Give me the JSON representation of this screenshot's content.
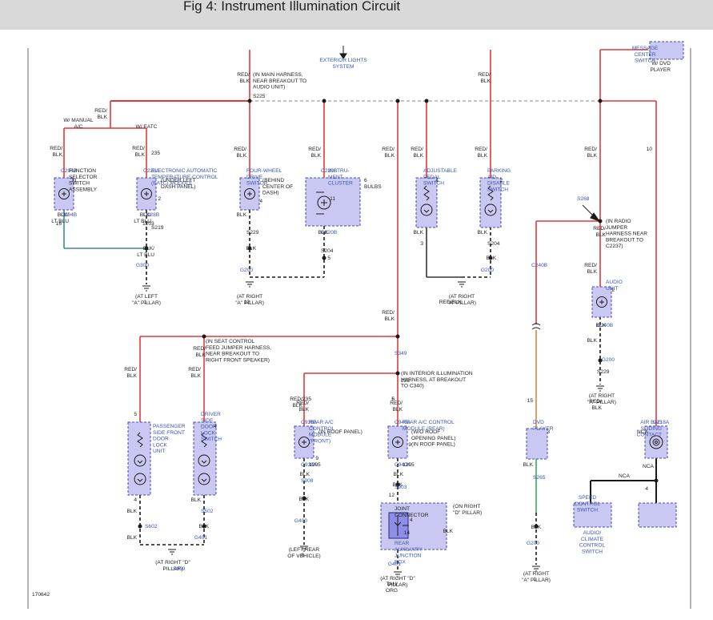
{
  "page_title": "Fig 4: Instrument Illumination Circuit",
  "figure_id": "170642",
  "colors": {
    "red_wire": "#e03a3a",
    "black_wire": "#1a1a1a",
    "teal_wire": "#3d8c95",
    "orange_wire": "#d9863a",
    "green_wire": "#3aa85f",
    "component_fill": "#c9c8f2",
    "component_border": "#4a4ab0",
    "label_blue": "#3b55b5"
  },
  "labels": [
    {
      "lines": [
        "EXTERIOR LIGHTS",
        "SYSTEM"
      ],
      "style": "blue",
      "anchor": "middle"
    },
    {
      "lines": [
        "(IN MAIN HARNESS,",
        "NEAR BREAKOUT TO",
        "AUDIO UNIT)"
      ],
      "style": "dark",
      "anchor": "start"
    },
    {
      "lines": [
        "S225"
      ],
      "style": "dark",
      "anchor": "start"
    },
    {
      "lines": [
        "RED/",
        "BLK"
      ],
      "style": "dark",
      "anchor": "end"
    },
    {
      "lines": [
        "RED/",
        "BLK"
      ],
      "style": "dark",
      "anchor": "end"
    },
    {
      "lines": [
        "RED/",
        "BLK"
      ],
      "style": "dark",
      "anchor": "end"
    },
    {
      "lines": [
        "W/ MANUAL",
        "A/C"
      ],
      "style": "dark",
      "anchor": "middle"
    },
    {
      "lines": [
        "W/ EATC"
      ],
      "style": "dark",
      "anchor": "middle"
    },
    {
      "lines": [
        "RED/",
        "BLK"
      ],
      "style": "dark",
      "anchor": "end"
    },
    {
      "lines": [
        "RED/",
        "BLK"
      ],
      "style": "dark",
      "anchor": "end"
    },
    {
      "lines": [
        "235"
      ],
      "style": "dark",
      "anchor": "start"
    },
    {
      "lines": [
        "RED/",
        "BLK"
      ],
      "style": "dark",
      "anchor": "end"
    },
    {
      "lines": [
        "RED/",
        "BLK"
      ],
      "style": "dark",
      "anchor": "end"
    },
    {
      "lines": [
        "RED/",
        "BLK"
      ],
      "style": "dark",
      "anchor": "end"
    },
    {
      "lines": [
        "RED/",
        "BLK"
      ],
      "style": "dark",
      "anchor": "end"
    },
    {
      "lines": [
        "RED/",
        "BLK"
      ],
      "style": "dark",
      "anchor": "end"
    },
    {
      "lines": [
        "RED/",
        "BLK"
      ],
      "style": "dark",
      "anchor": "end"
    },
    {
      "lines": [
        "10"
      ],
      "style": "dark",
      "anchor": "end"
    },
    {
      "lines": [
        "C294B"
      ],
      "style": "blue",
      "anchor": "start"
    },
    {
      "lines": [
        "FUNCTION",
        "SELECTOR",
        "SWITCH",
        "ASSEMBLY"
      ],
      "style": "dark",
      "anchor": "start"
    },
    {
      "lines": [
        "11"
      ],
      "style": "dark",
      "anchor": "end"
    },
    {
      "lines": [
        "C294B"
      ],
      "style": "blue",
      "anchor": "start"
    },
    {
      "lines": [
        "BLK/",
        "LT BLU"
      ],
      "style": "dark",
      "anchor": "end"
    },
    {
      "lines": [
        "16"
      ],
      "style": "dark",
      "anchor": "end"
    },
    {
      "lines": [
        "C228A"
      ],
      "style": "blue",
      "anchor": "start"
    },
    {
      "lines": [
        "ELECTRONIC AUTOMATIC",
        "TEMPERATURE CONTROL",
        "(EATC) MODULE"
      ],
      "style": "blue",
      "anchor": "start"
    },
    {
      "lines": [
        "(UNDER LEFT",
        "DASH PANEL)"
      ],
      "style": "dark",
      "anchor": "start"
    },
    {
      "lines": [
        "2"
      ],
      "style": "dark",
      "anchor": "end"
    },
    {
      "lines": [
        "C228B"
      ],
      "style": "blue",
      "anchor": "start"
    },
    {
      "lines": [
        "BLK/",
        "LT BLU"
      ],
      "style": "dark",
      "anchor": "end"
    },
    {
      "lines": [
        "1203"
      ],
      "style": "dark",
      "anchor": "start"
    },
    {
      "lines": [
        "S219"
      ],
      "style": "dark",
      "anchor": "start"
    },
    {
      "lines": [
        "BLK/",
        "LT BLU"
      ],
      "style": "dark",
      "anchor": "end"
    },
    {
      "lines": [
        "G300"
      ],
      "style": "blue",
      "anchor": "middle"
    },
    {
      "lines": [
        "(AT LEFT",
        "\"A\" PILLAR)"
      ],
      "style": "dark",
      "anchor": "middle"
    },
    {
      "lines": [
        "1"
      ],
      "style": "dark",
      "anchor": "end"
    },
    {
      "lines": [
        "FOUR-WHEEL",
        "DRIVE",
        "SWITCH"
      ],
      "style": "blue",
      "anchor": "start"
    },
    {
      "lines": [
        "(BEHIND",
        "CENTER OF",
        "DASH)"
      ],
      "style": "dark",
      "anchor": "start"
    },
    {
      "lines": [
        "4"
      ],
      "style": "dark",
      "anchor": "end"
    },
    {
      "lines": [
        "BLK"
      ],
      "style": "dark",
      "anchor": "end"
    },
    {
      "lines": [
        "S229"
      ],
      "style": "dark",
      "anchor": "start"
    },
    {
      "lines": [
        "BLK"
      ],
      "style": "dark",
      "anchor": "end"
    },
    {
      "lines": [
        "G200"
      ],
      "style": "blue",
      "anchor": "middle"
    },
    {
      "lines": [
        "(AT RIGHT",
        "\"A\" PILLAR)"
      ],
      "style": "dark",
      "anchor": "middle"
    },
    {
      "lines": [
        "12"
      ],
      "style": "dark",
      "anchor": "end"
    },
    {
      "lines": [
        "C220B"
      ],
      "style": "blue",
      "anchor": "start"
    },
    {
      "lines": [
        "INSTRU-",
        "MENT",
        "CLUSTER"
      ],
      "style": "blue",
      "anchor": "start"
    },
    {
      "lines": [
        "6",
        "BULBS"
      ],
      "style": "dark",
      "anchor": "start"
    },
    {
      "lines": [
        "11"
      ],
      "style": "dark",
      "anchor": "end"
    },
    {
      "lines": [
        "C220B"
      ],
      "style": "blue",
      "anchor": "start"
    },
    {
      "lines": [
        "BLK"
      ],
      "style": "dark",
      "anchor": "end"
    },
    {
      "lines": [
        "S204"
      ],
      "style": "dark",
      "anchor": "start"
    },
    {
      "lines": [
        "5"
      ],
      "style": "dark",
      "anchor": "end"
    },
    {
      "lines": [
        "ADJUSTABLE",
        "PEDAL",
        "SWITCH"
      ],
      "style": "blue",
      "anchor": "start"
    },
    {
      "lines": [
        "4"
      ],
      "style": "dark",
      "anchor": "end"
    },
    {
      "lines": [
        "BLK"
      ],
      "style": "dark",
      "anchor": "end"
    },
    {
      "lines": [
        "3"
      ],
      "style": "dark",
      "anchor": "end"
    },
    {
      "lines": [
        "PARKING",
        "AID",
        "DISABLE",
        "SWITCH"
      ],
      "style": "blue",
      "anchor": "start"
    },
    {
      "lines": [
        "2"
      ],
      "style": "dark",
      "anchor": "end"
    },
    {
      "lines": [
        "BLK"
      ],
      "style": "dark",
      "anchor": "end"
    },
    {
      "lines": [
        "S204"
      ],
      "style": "dark",
      "anchor": "start"
    },
    {
      "lines": [
        "BLK"
      ],
      "style": "dark",
      "anchor": "end"
    },
    {
      "lines": [
        "G200"
      ],
      "style": "blue",
      "anchor": "middle"
    },
    {
      "lines": [
        "(AT RIGHT",
        "\"A\" PILLAR)"
      ],
      "style": "dark",
      "anchor": "middle"
    },
    {
      "lines": [
        "RED/BLK"
      ],
      "style": "dark",
      "anchor": "end"
    },
    {
      "lines": [
        "MESSAGE",
        "CENTER",
        "SWITCH"
      ],
      "style": "blue",
      "anchor": "middle"
    },
    {
      "lines": [
        "W/ DVD",
        "PLAYER"
      ],
      "style": "dark",
      "anchor": "end"
    },
    {
      "lines": [
        "S268"
      ],
      "style": "blue",
      "anchor": "start"
    },
    {
      "lines": [
        "(IN RADIO",
        "JUMPER",
        "HARNESS NEAR",
        "BREAKOUT TO",
        "C2237)"
      ],
      "style": "dark",
      "anchor": "start"
    },
    {
      "lines": [
        "RED/",
        "BLK"
      ],
      "style": "dark",
      "anchor": "end"
    },
    {
      "lines": [
        "RED/",
        "BLK"
      ],
      "style": "dark",
      "anchor": "end"
    },
    {
      "lines": [
        "C240B"
      ],
      "style": "blue",
      "anchor": "start"
    },
    {
      "lines": [
        "AUDIO",
        "UNIT"
      ],
      "style": "blue",
      "anchor": "start"
    },
    {
      "lines": [
        "2"
      ],
      "style": "dark",
      "anchor": "end"
    },
    {
      "lines": [
        "C240B"
      ],
      "style": "blue",
      "anchor": "start"
    },
    {
      "lines": [
        "BLK"
      ],
      "style": "dark",
      "anchor": "end"
    },
    {
      "lines": [
        "BLK"
      ],
      "style": "dark",
      "anchor": "end"
    },
    {
      "lines": [
        "S229"
      ],
      "style": "dark",
      "anchor": "start"
    },
    {
      "lines": [
        "G200"
      ],
      "style": "blue",
      "anchor": "middle"
    },
    {
      "lines": [
        "(AT RIGHT",
        "\"A\" PILLAR)"
      ],
      "style": "dark",
      "anchor": "middle"
    },
    {
      "lines": [
        "RED/",
        "BLK"
      ],
      "style": "dark",
      "anchor": "end"
    },
    {
      "lines": [
        "RED/",
        "BLK"
      ],
      "style": "dark",
      "anchor": "end"
    },
    {
      "lines": [
        "RED/",
        "BLK"
      ],
      "style": "dark",
      "anchor": "end"
    },
    {
      "lines": [
        "RED/",
        "BLK"
      ],
      "style": "dark",
      "anchor": "end"
    },
    {
      "lines": [
        "S349"
      ],
      "style": "blue",
      "anchor": "start"
    },
    {
      "lines": [
        "(IN SEAT CONTROL",
        "FEED JUMPER HARNESS,",
        "NEAR BREAKOUT TO",
        "RIGHT FRONT SPEAKER)"
      ],
      "style": "dark",
      "anchor": "start"
    },
    {
      "lines": [
        "RED/",
        "BLK"
      ],
      "style": "dark",
      "anchor": "end"
    },
    {
      "lines": [
        "RED/",
        "BLK"
      ],
      "style": "dark",
      "anchor": "end"
    },
    {
      "lines": [
        "5"
      ],
      "style": "dark",
      "anchor": "end"
    },
    {
      "lines": [
        "5"
      ],
      "style": "dark",
      "anchor": "end"
    },
    {
      "lines": [
        "DRIVER",
        "SIDE",
        "DOOR",
        "LOCK",
        "SWITCH"
      ],
      "style": "blue",
      "anchor": "start"
    },
    {
      "lines": [
        "PASSENGER",
        "SIDE FRONT",
        "DOOR",
        "LOCK",
        "UNIT"
      ],
      "style": "blue",
      "anchor": "start"
    },
    {
      "lines": [
        "4"
      ],
      "style": "dark",
      "anchor": "end"
    },
    {
      "lines": [
        "4"
      ],
      "style": "dark",
      "anchor": "end"
    },
    {
      "lines": [
        "BLK"
      ],
      "style": "dark",
      "anchor": "end"
    },
    {
      "lines": [
        "BLK"
      ],
      "style": "dark",
      "anchor": "end"
    },
    {
      "lines": [
        "S502"
      ],
      "style": "blue",
      "anchor": "start"
    },
    {
      "lines": [
        "S602"
      ],
      "style": "blue",
      "anchor": "start"
    },
    {
      "lines": [
        "BLK"
      ],
      "style": "dark",
      "anchor": "end"
    },
    {
      "lines": [
        "BLK"
      ],
      "style": "dark",
      "anchor": "end"
    },
    {
      "lines": [
        "G401"
      ],
      "style": "blue",
      "anchor": "middle"
    },
    {
      "lines": [
        "(AT RIGHT \"D\"",
        "PILLAR)"
      ],
      "style": "dark",
      "anchor": "middle"
    },
    {
      "lines": [
        "S909"
      ],
      "style": "blue",
      "anchor": "start"
    },
    {
      "lines": [
        "(IN INTERIOR ILLUMINATION",
        "HARNESS, AT BREAKOUT",
        "TO C340)"
      ],
      "style": "dark",
      "anchor": "start"
    },
    {
      "lines": [
        "235"
      ],
      "style": "dark",
      "anchor": "start"
    },
    {
      "lines": [
        "RED/",
        "BLK"
      ],
      "style": "dark",
      "anchor": "end"
    },
    {
      "lines": [
        "235"
      ],
      "style": "dark",
      "anchor": "start"
    },
    {
      "lines": [
        "RED/",
        "BLK"
      ],
      "style": "dark",
      "anchor": "end"
    },
    {
      "lines": [
        "6"
      ],
      "style": "dark",
      "anchor": "end"
    },
    {
      "lines": [
        "C938A"
      ],
      "style": "blue",
      "anchor": "start"
    },
    {
      "lines": [
        "REAR A/C",
        "CONTROL",
        "MODULE",
        "(FRONT)"
      ],
      "style": "blue",
      "anchor": "start"
    },
    {
      "lines": [
        "(IN ROOF PANEL)"
      ],
      "style": "dark",
      "anchor": "start"
    },
    {
      "lines": [
        "9"
      ],
      "style": "dark",
      "anchor": "end"
    },
    {
      "lines": [
        "C938A"
      ],
      "style": "blue",
      "anchor": "start"
    },
    {
      "lines": [
        "1205"
      ],
      "style": "dark",
      "anchor": "start"
    },
    {
      "lines": [
        "BLK"
      ],
      "style": "dark",
      "anchor": "end"
    },
    {
      "lines": [
        "S908"
      ],
      "style": "blue",
      "anchor": "start"
    },
    {
      "lines": [
        "BLK"
      ],
      "style": "dark",
      "anchor": "end"
    },
    {
      "lines": [
        "G400"
      ],
      "style": "blue",
      "anchor": "middle"
    },
    {
      "lines": [
        "(LEFT REAR",
        "OF VEHICLE)"
      ],
      "style": "dark",
      "anchor": "middle"
    },
    {
      "lines": [
        "6"
      ],
      "style": "dark",
      "anchor": "end"
    },
    {
      "lines": [
        "C940A"
      ],
      "style": "blue",
      "anchor": "start"
    },
    {
      "lines": [
        "REAR A/C CONTROL",
        "MODULE (REAR)"
      ],
      "style": "blue",
      "anchor": "start"
    },
    {
      "lines": [
        "(W/O ROOF",
        "OPENING PANEL)",
        "(IN ROOF PANEL)"
      ],
      "style": "dark",
      "anchor": "start"
    },
    {
      "lines": [
        "9"
      ],
      "style": "dark",
      "anchor": "end"
    },
    {
      "lines": [
        "C940A"
      ],
      "style": "blue",
      "anchor": "start"
    },
    {
      "lines": [
        "1205"
      ],
      "style": "dark",
      "anchor": "start"
    },
    {
      "lines": [
        "BLK"
      ],
      "style": "dark",
      "anchor": "end"
    },
    {
      "lines": [
        "S903"
      ],
      "style": "blue",
      "anchor": "start"
    },
    {
      "lines": [
        "BLK"
      ],
      "style": "dark",
      "anchor": "end"
    },
    {
      "lines": [
        "12"
      ],
      "style": "dark",
      "anchor": "end"
    },
    {
      "lines": [
        "JOINT",
        "CONNECTOR"
      ],
      "style": "dark",
      "anchor": "start"
    },
    {
      "lines": [
        "4"
      ],
      "style": "dark",
      "anchor": "start"
    },
    {
      "lines": [
        "14"
      ],
      "style": "dark",
      "anchor": "end"
    },
    {
      "lines": [
        "REAR",
        "AUXILIARY",
        "JUNCTION",
        "BOX"
      ],
      "style": "blue",
      "anchor": "start"
    },
    {
      "lines": [
        "(ON RIGHT",
        "\"D\" PILLAR)"
      ],
      "style": "dark",
      "anchor": "start"
    },
    {
      "lines": [
        "BLK"
      ],
      "style": "dark",
      "anchor": "end"
    },
    {
      "lines": [
        "G401"
      ],
      "style": "blue",
      "anchor": "middle"
    },
    {
      "lines": [
        "(AT RIGHT \"D\"",
        "PILLAR)"
      ],
      "style": "dark",
      "anchor": "middle"
    },
    {
      "lines": [
        "TAN/",
        "ORG"
      ],
      "style": "dark",
      "anchor": "end"
    },
    {
      "lines": [
        "15"
      ],
      "style": "dark",
      "anchor": "end"
    },
    {
      "lines": [
        "DVD",
        "PLAYER"
      ],
      "style": "blue",
      "anchor": "start"
    },
    {
      "lines": [
        "3"
      ],
      "style": "dark",
      "anchor": "end"
    },
    {
      "lines": [
        "BLK"
      ],
      "style": "dark",
      "anchor": "end"
    },
    {
      "lines": [
        "S265"
      ],
      "style": "blue",
      "anchor": "start"
    },
    {
      "lines": [
        "BLK"
      ],
      "style": "dark",
      "anchor": "end"
    },
    {
      "lines": [
        "G200"
      ],
      "style": "blue",
      "anchor": "middle"
    },
    {
      "lines": [
        "(AT RIGHT",
        "\"A\" PILLAR)"
      ],
      "style": "dark",
      "anchor": "middle"
    },
    {
      "lines": [
        "1"
      ],
      "style": "dark",
      "anchor": "end"
    },
    {
      "lines": [
        "C218A"
      ],
      "style": "blue",
      "anchor": "start"
    },
    {
      "lines": [
        "AIR BAG",
        "SLIDING",
        "CONTACT"
      ],
      "style": "blue",
      "anchor": "end"
    },
    {
      "lines": [
        "NCA"
      ],
      "style": "dark",
      "anchor": "middle"
    },
    {
      "lines": [
        "NCA"
      ],
      "style": "dark",
      "anchor": "middle"
    },
    {
      "lines": [
        "NCA"
      ],
      "style": "dark",
      "anchor": "middle"
    },
    {
      "lines": [
        "4"
      ],
      "style": "dark",
      "anchor": "end"
    },
    {
      "lines": [
        "SPEED",
        "CONTROL",
        "SWITCH"
      ],
      "style": "blue",
      "anchor": "middle"
    },
    {
      "lines": [
        "AUDIO/",
        "CLIMATE",
        "CONTROL",
        "SWITCH"
      ],
      "style": "blue",
      "anchor": "middle"
    }
  ]
}
